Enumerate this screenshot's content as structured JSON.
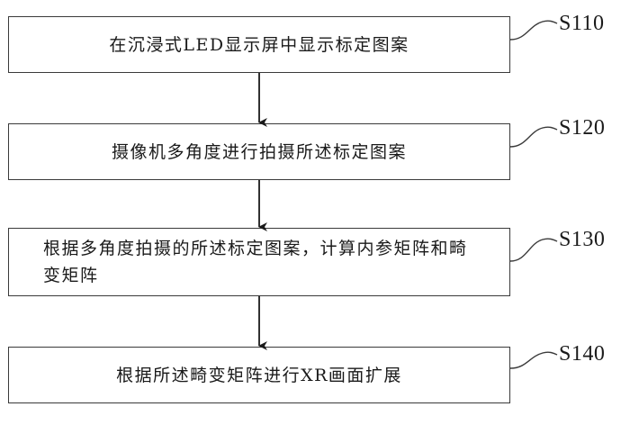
{
  "steps": [
    {
      "label": "S110",
      "text": "在沉浸式LED显示屏中显示标定图案"
    },
    {
      "label": "S120",
      "text": "摄像机多角度进行拍摄所述标定图案"
    },
    {
      "label": "S130",
      "text": "根据多角度拍摄的所述标定图案，计算内参矩阵和畸变矩阵"
    },
    {
      "label": "S140",
      "text": "根据所述畸变矩阵进行XR画面扩展"
    }
  ]
}
